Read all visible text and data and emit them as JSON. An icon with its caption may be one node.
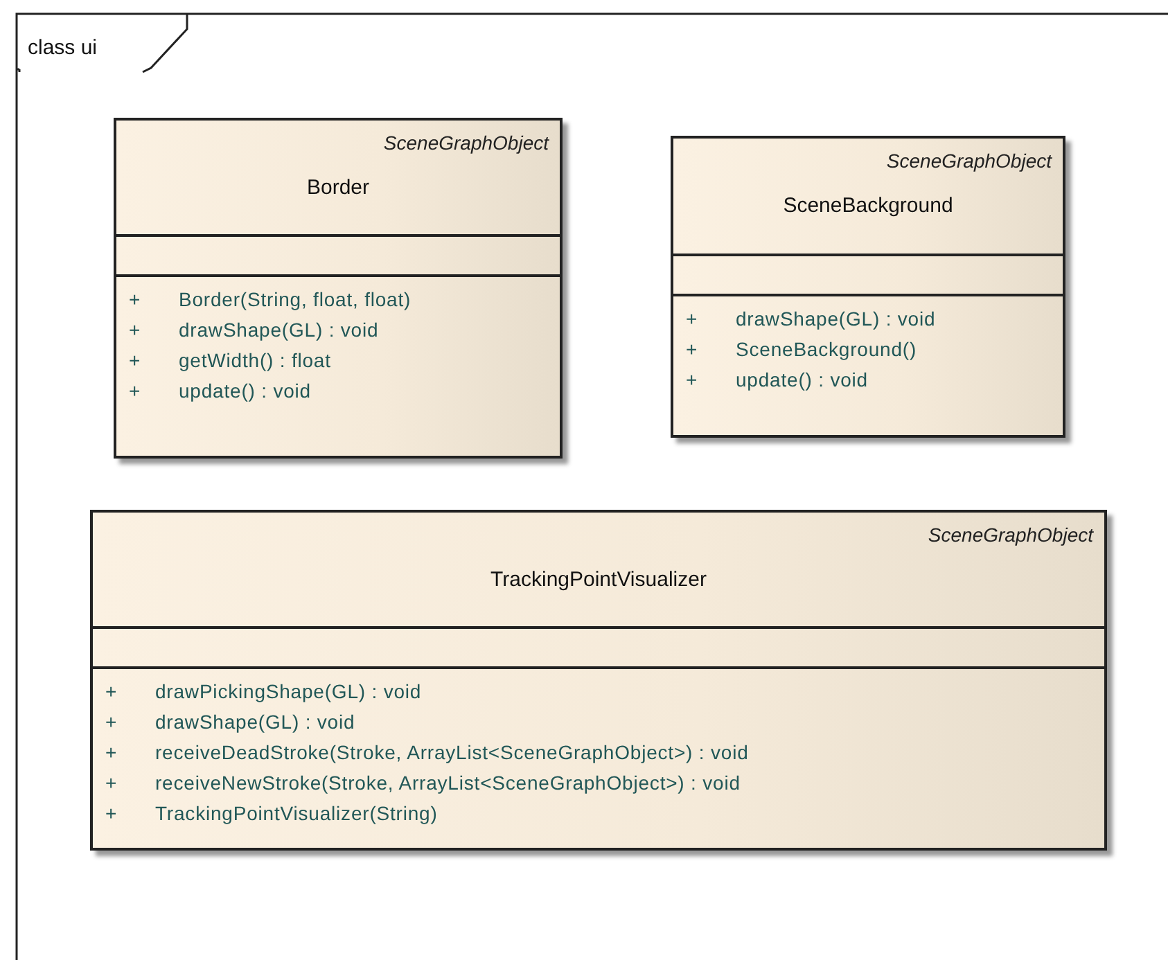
{
  "diagram": {
    "nodes": [
      {
        "text": [
          "class ui"
        ]
      },
      {
        "text": [
          "SceneGraphObject",
          "Border",
          "+",
          "Border(String, float, float)",
          "+",
          "drawShape(GL) : void",
          "+",
          "getWidth() : float",
          "+",
          "update() : void"
        ],
        "in": 0
      },
      {
        "text": [
          "SceneGraphObject",
          "SceneBackground",
          "+",
          "drawShape(GL) : void",
          "+",
          "SceneBackground()",
          "+",
          "update() : void"
        ],
        "in": 0
      },
      {
        "text": [
          "SceneGraphObject",
          "TrackingPointVisualizer",
          "+",
          "drawPickingShape(GL) : void",
          "+",
          "drawShape(GL) : void",
          "+",
          "receiveDeadStroke(Stroke, ArrayList<SceneGraphObject>) : void",
          "+",
          "receiveNewStroke(Stroke, ArrayList<SceneGraphObject>) : void",
          "+",
          "TrackingPointVisualizer(String)"
        ],
        "in": 0
      }
    ]
  }
}
